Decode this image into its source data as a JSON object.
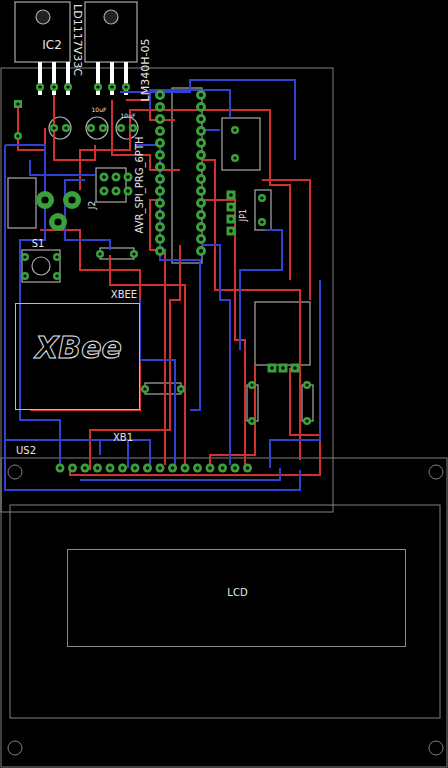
{
  "diagram": {
    "nodes": [
      {
        "text": [
          "XBee",
          "XB1"
        ]
      },
      {
        "text": [
          "LCD"
        ]
      }
    ],
    "labels": [
      "IC2",
      "LD1117V33C",
      "LM340H-05",
      "10uF",
      "10uF",
      "AVR_SPI_PRG_6PTH",
      "J2",
      "S1",
      "XBEE",
      "JP1",
      "US2"
    ]
  }
}
